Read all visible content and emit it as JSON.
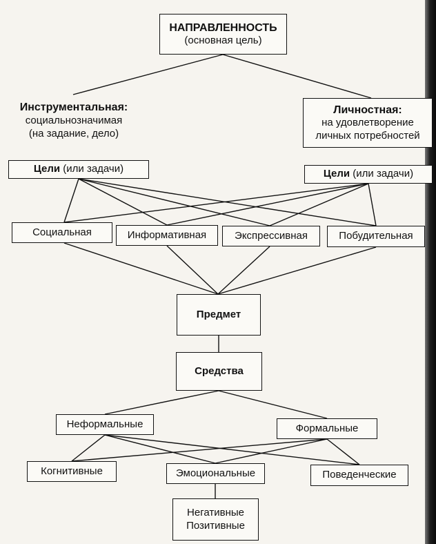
{
  "nodes": {
    "root": {
      "title": "НАПРАВЛЕННОСТЬ",
      "subtitle": "(основная цель)"
    },
    "instrumental": {
      "title": "Инструментальная:",
      "line1": "социальнозначимая",
      "line2": "(на задание, дело)"
    },
    "personal": {
      "title": "Личностная:",
      "line1": "на удовлетворение",
      "line2": "личных потребностей"
    },
    "goals_left": {
      "bold": "Цели",
      "rest": " (или задачи)"
    },
    "goals_right": {
      "bold": "Цели",
      "rest": " (или задачи)"
    },
    "social": "Социальная",
    "informative": "Информативная",
    "expressive": "Экспрессивная",
    "motivating": "Побудительная",
    "subject": "Предмет",
    "means": "Средства",
    "informal": "Неформальные",
    "formal": "Формальные",
    "cognitive": "Когнитивные",
    "emotional": "Эмоциональные",
    "behavioral": "Поведенческие",
    "valence": {
      "line1": "Негативные",
      "line2": "Позитивные"
    }
  },
  "colors": {
    "line": "#111111",
    "background": "#f6f4ef",
    "box_fill": "#fbfaf6"
  }
}
